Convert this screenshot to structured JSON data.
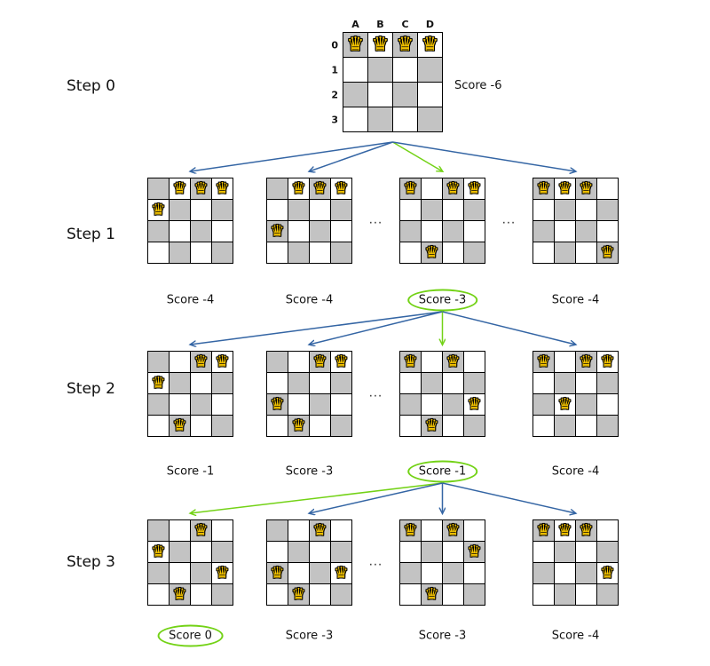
{
  "palette": {
    "arrow_blue": "#3465a4",
    "arrow_green": "#73d216",
    "selected_circle_green": "#73d216",
    "cell_gray": "#c3c3c3",
    "cell_white": "#ffffff",
    "queen_yellow": "#f3c300",
    "text_color": "#111111"
  },
  "glyphs": {
    "queen": "♛",
    "ellipsis": "..."
  },
  "board_labels": {
    "columns": [
      "A",
      "B",
      "C",
      "D"
    ],
    "rows": [
      "0",
      "1",
      "2",
      "3"
    ]
  },
  "steps": [
    {
      "label": "Step 0",
      "boards": [
        {
          "queens_row_by_column": [
            0,
            0,
            0,
            0
          ],
          "score": "Score -6",
          "selected": false
        }
      ]
    },
    {
      "label": "Step 1",
      "ellipsis_gaps": [
        1,
        2
      ],
      "boards": [
        {
          "queens_row_by_column": [
            1,
            0,
            0,
            0
          ],
          "score": "Score -4",
          "selected": false
        },
        {
          "queens_row_by_column": [
            2,
            0,
            0,
            0
          ],
          "score": "Score -4",
          "selected": false
        },
        {
          "queens_row_by_column": [
            0,
            3,
            0,
            0
          ],
          "score": "Score -3",
          "selected": true
        },
        {
          "queens_row_by_column": [
            0,
            0,
            0,
            3
          ],
          "score": "Score -4",
          "selected": false
        }
      ]
    },
    {
      "label": "Step 2",
      "ellipsis_gaps": [
        1
      ],
      "boards": [
        {
          "queens_row_by_column": [
            1,
            3,
            0,
            0
          ],
          "score": "Score -1",
          "selected": false
        },
        {
          "queens_row_by_column": [
            2,
            3,
            0,
            0
          ],
          "score": "Score -3",
          "selected": false
        },
        {
          "queens_row_by_column": [
            0,
            3,
            0,
            2
          ],
          "score": "Score -1",
          "selected": true
        },
        {
          "queens_row_by_column": [
            0,
            2,
            0,
            0
          ],
          "score": "Score -4",
          "selected": false
        }
      ]
    },
    {
      "label": "Step 3",
      "ellipsis_gaps": [
        1
      ],
      "boards": [
        {
          "queens_row_by_column": [
            1,
            3,
            0,
            2
          ],
          "score": "Score 0",
          "selected": true
        },
        {
          "queens_row_by_column": [
            2,
            3,
            0,
            2
          ],
          "score": "Score -3",
          "selected": false
        },
        {
          "queens_row_by_column": [
            0,
            3,
            0,
            1
          ],
          "score": "Score -3",
          "selected": false
        },
        {
          "queens_row_by_column": [
            0,
            0,
            0,
            2
          ],
          "score": "Score -4",
          "selected": false
        }
      ]
    }
  ],
  "arrows": [
    {
      "source": "step-0-board",
      "targets": [
        {
          "step": 1,
          "board": 0,
          "color": "blue"
        },
        {
          "step": 1,
          "board": 1,
          "color": "blue"
        },
        {
          "step": 1,
          "board": 2,
          "color": "green"
        },
        {
          "step": 1,
          "board": 3,
          "color": "blue"
        }
      ]
    },
    {
      "source": "step-1-selected-score",
      "targets": [
        {
          "step": 2,
          "board": 0,
          "color": "blue"
        },
        {
          "step": 2,
          "board": 1,
          "color": "blue"
        },
        {
          "step": 2,
          "board": 2,
          "color": "green"
        },
        {
          "step": 2,
          "board": 3,
          "color": "blue"
        }
      ]
    },
    {
      "source": "step-2-selected-score",
      "targets": [
        {
          "step": 3,
          "board": 0,
          "color": "green"
        },
        {
          "step": 3,
          "board": 1,
          "color": "blue"
        },
        {
          "step": 3,
          "board": 2,
          "color": "blue"
        },
        {
          "step": 3,
          "board": 3,
          "color": "blue"
        }
      ]
    }
  ]
}
